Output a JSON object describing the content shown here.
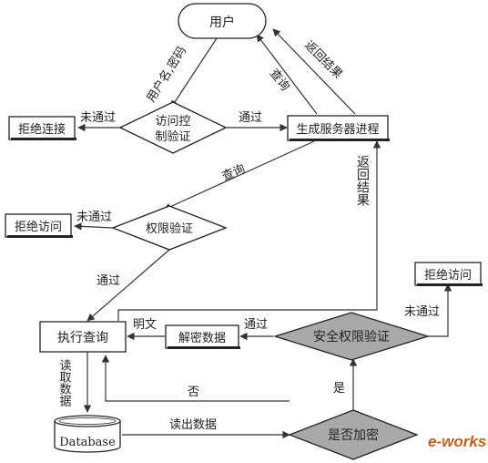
{
  "nodes": {
    "user": "用户",
    "access_check_line1": "访问控",
    "access_check_line2": "制验证",
    "reject_connect": "拒绝连接",
    "gen_server": "生成服务器进程",
    "perm_check": "权限验证",
    "reject_access_1": "拒绝访问",
    "reject_access_2": "拒绝访问",
    "exec_query": "执行查询",
    "decrypt": "解密数据",
    "sec_perm_check": "安全权限验证",
    "database": "Database",
    "is_encrypted": "是否加密"
  },
  "edges": {
    "user_pwd": "用户名,密码",
    "fail_1": "未通过",
    "pass_1": "通过",
    "query_1": "查询",
    "return_result_1": "返回结果",
    "query_2": "查询",
    "return_result_2": "返回结果",
    "fail_2": "未通过",
    "pass_2": "通过",
    "plaintext": "明文",
    "pass_3": "通过",
    "fail_3": "未通过",
    "read_data_vertical": "读取数据",
    "no": "否",
    "yes": "是",
    "read_out_data": "读出数据"
  },
  "watermark": "e-works",
  "colors": {
    "diamond_gray": "#a9a9a9",
    "stroke": "#222222",
    "watermark": "#c06018"
  }
}
